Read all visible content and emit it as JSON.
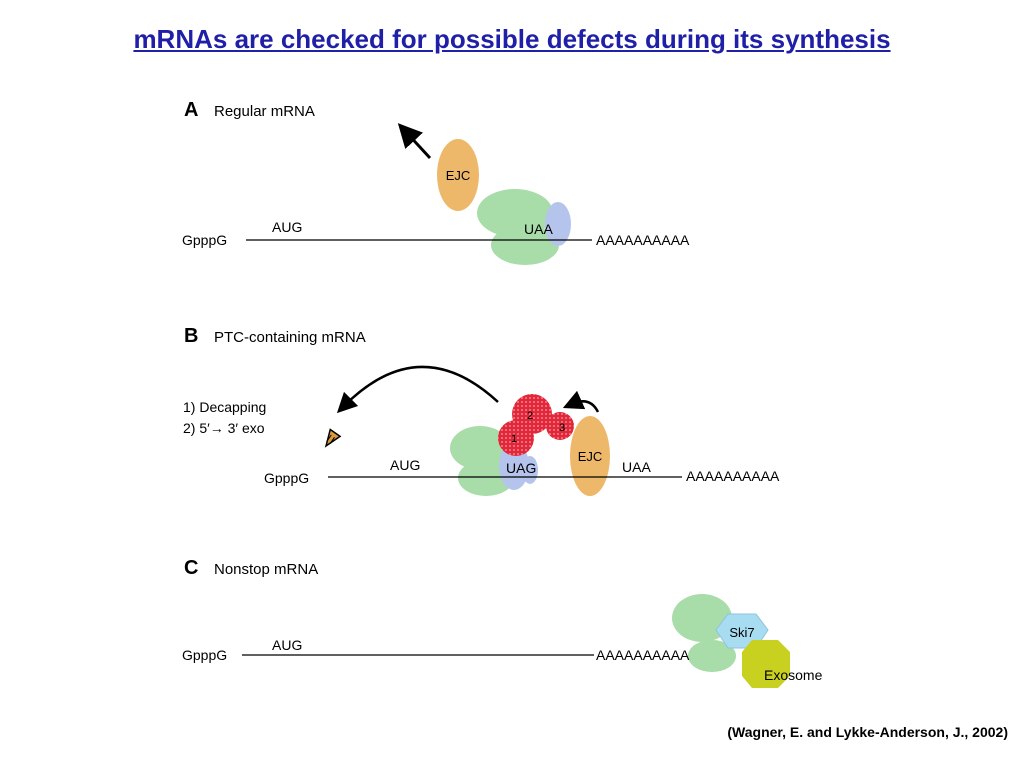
{
  "title": "mRNAs are checked for possible defects during its synthesis",
  "citation": "(Wagner, E. and Lykke-Anderson, J., 2002)",
  "panels": [
    {
      "letter": "A",
      "heading": "Regular mRNA",
      "cap": "GpppG",
      "start_codon": "AUG",
      "stop_codon": "UAA",
      "poly_a": "AAAAAAAAAA",
      "complex": "EJC"
    },
    {
      "letter": "B",
      "heading": "PTC-containing mRNA",
      "steps": [
        "1)  Decapping",
        "2)  5′→ 3′ exo"
      ],
      "cap": "GpppG",
      "start_codon": "AUG",
      "premature_stop": "UAG",
      "complex": "EJC",
      "stop_codon": "UAA",
      "poly_a": "AAAAAAAAAA",
      "factor_numbers": [
        "1",
        "2",
        "3"
      ]
    },
    {
      "letter": "C",
      "heading": "Nonstop mRNA",
      "cap": "GpppG",
      "start_codon": "AUG",
      "poly_a": "AAAAAAAAAA",
      "ski_label": "Ski7",
      "exosome_label": "Exosome"
    }
  ],
  "colors": {
    "title": "#1f1fa8",
    "ribosome": "#a8dca8",
    "ejc": "#eeb86a",
    "release_factor": "#b4c4ec",
    "surveillance": "#e0283a",
    "ski7": "#a8dcf0",
    "exosome": "#c8d020"
  }
}
